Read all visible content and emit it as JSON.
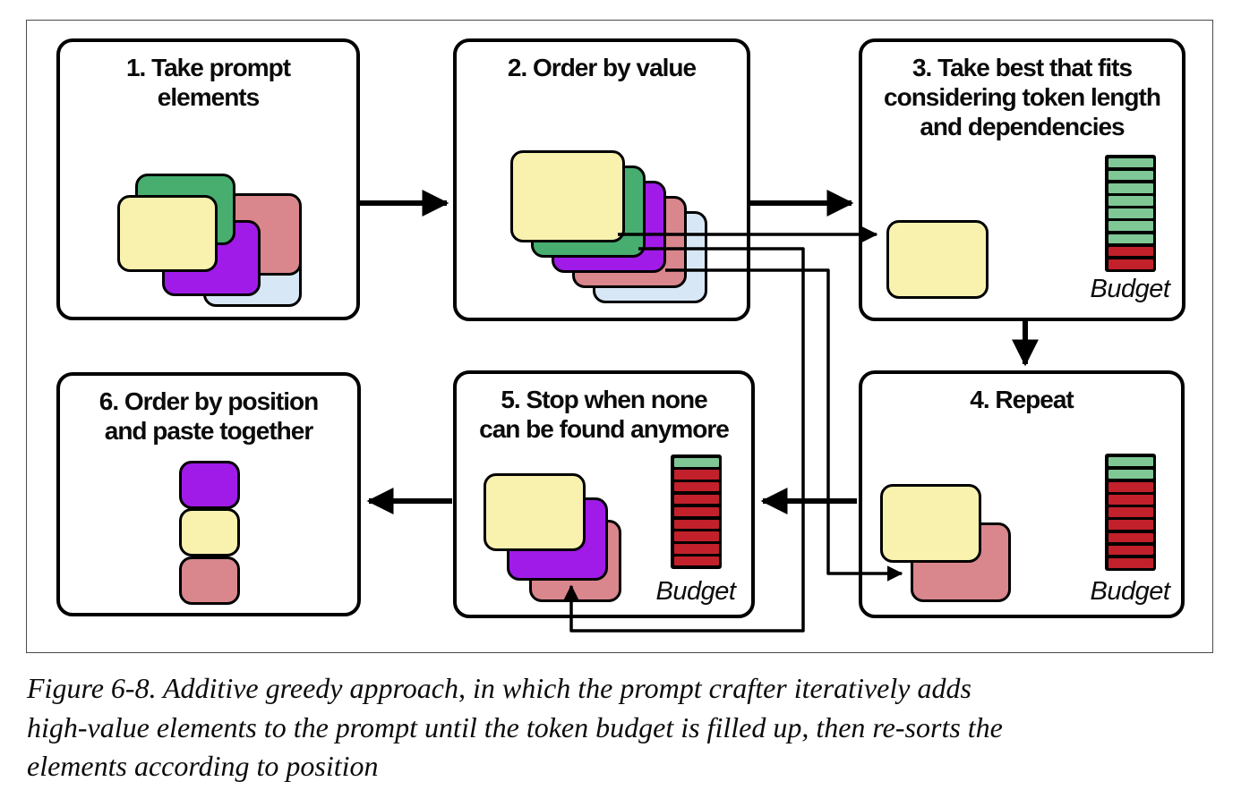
{
  "figure": {
    "caption": "Figure 6-8. Additive greedy approach, in which the prompt crafter iteratively adds\nhigh-value elements to the prompt until the token budget is filled up, then re-sorts the\nelements according to position"
  },
  "palette": {
    "yellow": "#F8F2AE",
    "green": "#47AE70",
    "purple": "#A01BE8",
    "pink": "#D9868D",
    "blue": "#D7E7F6",
    "budget_green": "#7FC795",
    "budget_red": "#C2212B",
    "line": "#000000"
  },
  "boxes": [
    {
      "id": "step1",
      "title": "1. Take prompt\nelements",
      "cards": [
        "blue",
        "pink",
        "purple",
        "green",
        "yellow"
      ]
    },
    {
      "id": "step2",
      "title": "2. Order by value",
      "cards": [
        "blue",
        "pink",
        "purple",
        "green",
        "yellow"
      ]
    },
    {
      "id": "step3",
      "title": "3. Take best that fits\nconsidering token length\nand dependencies",
      "cards": [
        "yellow"
      ],
      "budget": {
        "label": "Budget",
        "segments": [
          "green",
          "green",
          "green",
          "green",
          "green",
          "green",
          "green",
          "red",
          "red"
        ]
      }
    },
    {
      "id": "step4",
      "title": "4. Repeat",
      "cards": [
        "pink",
        "yellow"
      ],
      "budget": {
        "label": "Budget",
        "segments": [
          "green",
          "green",
          "red",
          "red",
          "red",
          "red",
          "red",
          "red",
          "red"
        ]
      }
    },
    {
      "id": "step5",
      "title": "5. Stop when none\ncan be found anymore",
      "cards": [
        "pink",
        "purple",
        "yellow"
      ],
      "budget": {
        "label": "Budget",
        "segments": [
          "green",
          "red",
          "red",
          "red",
          "red",
          "red",
          "red",
          "red",
          "red"
        ]
      }
    },
    {
      "id": "step6",
      "title": "6. Order by position\nand paste together",
      "cards": [
        "purple",
        "yellow",
        "pink"
      ]
    }
  ]
}
